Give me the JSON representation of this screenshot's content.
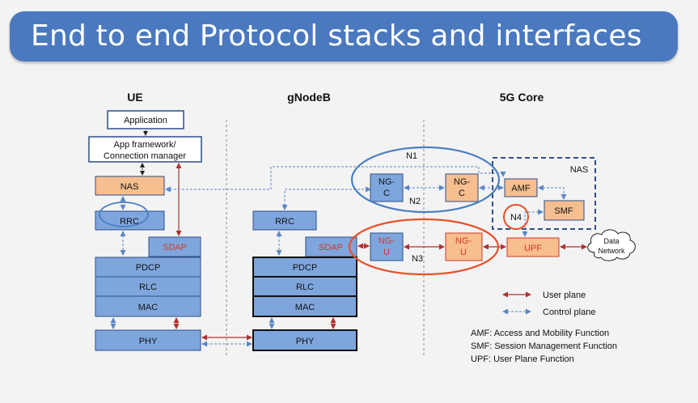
{
  "slide": {
    "title": "End to end Protocol stacks and interfaces"
  },
  "columns": {
    "ue": "UE",
    "gnb": "gNodeB",
    "core": "5G Core"
  },
  "ue_stack": {
    "application": "Application",
    "app_framework_line1": "App framework/",
    "app_framework_line2": "Connection manager",
    "nas": "NAS",
    "rrc": "RRC",
    "sdap": "SDAP",
    "pdcp": "PDCP",
    "rlc": "RLC",
    "mac": "MAC",
    "phy": "PHY"
  },
  "gnb_stack": {
    "rrc": "RRC",
    "sdap": "SDAP",
    "pdcp": "PDCP",
    "rlc": "RLC",
    "mac": "MAC",
    "phy": "PHY",
    "ngc_line1": "NG-",
    "ngc_line2": "C",
    "ngu_line1": "NG-",
    "ngu_line2": "U"
  },
  "core": {
    "ngc_line1": "NG-",
    "ngc_line2": "C",
    "ngu_line1": "NG-",
    "ngu_line2": "U",
    "nas": "NAS",
    "amf": "AMF",
    "smf": "SMF",
    "upf": "UPF",
    "dn_line1": "Data",
    "dn_line2": "Network"
  },
  "interfaces": {
    "n1": "N1",
    "n2": "N2",
    "n3": "N3",
    "n4": "N4"
  },
  "legend": {
    "user_plane": "User plane",
    "control_plane": "Control plane"
  },
  "definitions": {
    "amf": "AMF: Access and Mobility Function",
    "smf": "SMF: Session Management Function",
    "upf": "UPF: User Plane Function"
  },
  "colors": {
    "title_bar": "#4a79bf",
    "stack_blue": "#7ea6dd",
    "core_orange": "#f7be8f",
    "user_plane": "#b03030",
    "control_plane": "#5b86c5",
    "highlight_red": "#e8502a",
    "highlight_blue": "#4a7fc1"
  }
}
